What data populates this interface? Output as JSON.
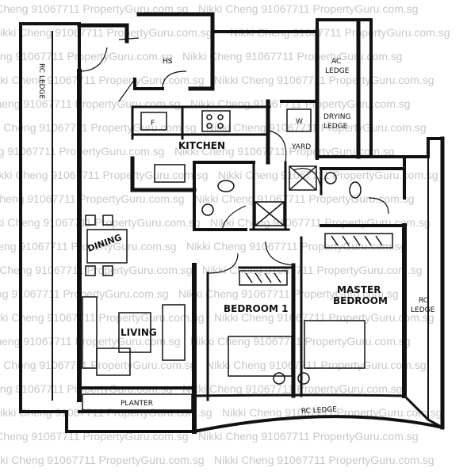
{
  "labels": {
    "rc_ledge_left": "RC LEDGE",
    "hs": "HS",
    "ac_ledge_1": "AC",
    "ac_ledge_2": "LEDGE",
    "fridge": "F",
    "washer": "W",
    "drying_1": "DRYING",
    "drying_2": "LEDGE",
    "kitchen": "KITCHEN",
    "yard": "YARD",
    "dining": "DINING",
    "living": "LIVING",
    "bedroom1": "BEDROOM 1",
    "master_1": "MASTER",
    "master_2": "BEDROOM",
    "rc_ledge_right_1": "RC",
    "rc_ledge_right_2": "LEDGE",
    "planter": "PLANTER",
    "rc_ledge_bottom": "RC LEDGE"
  },
  "watermark": "Nikki Cheng 91067711 PropertyGuru.com.sg"
}
